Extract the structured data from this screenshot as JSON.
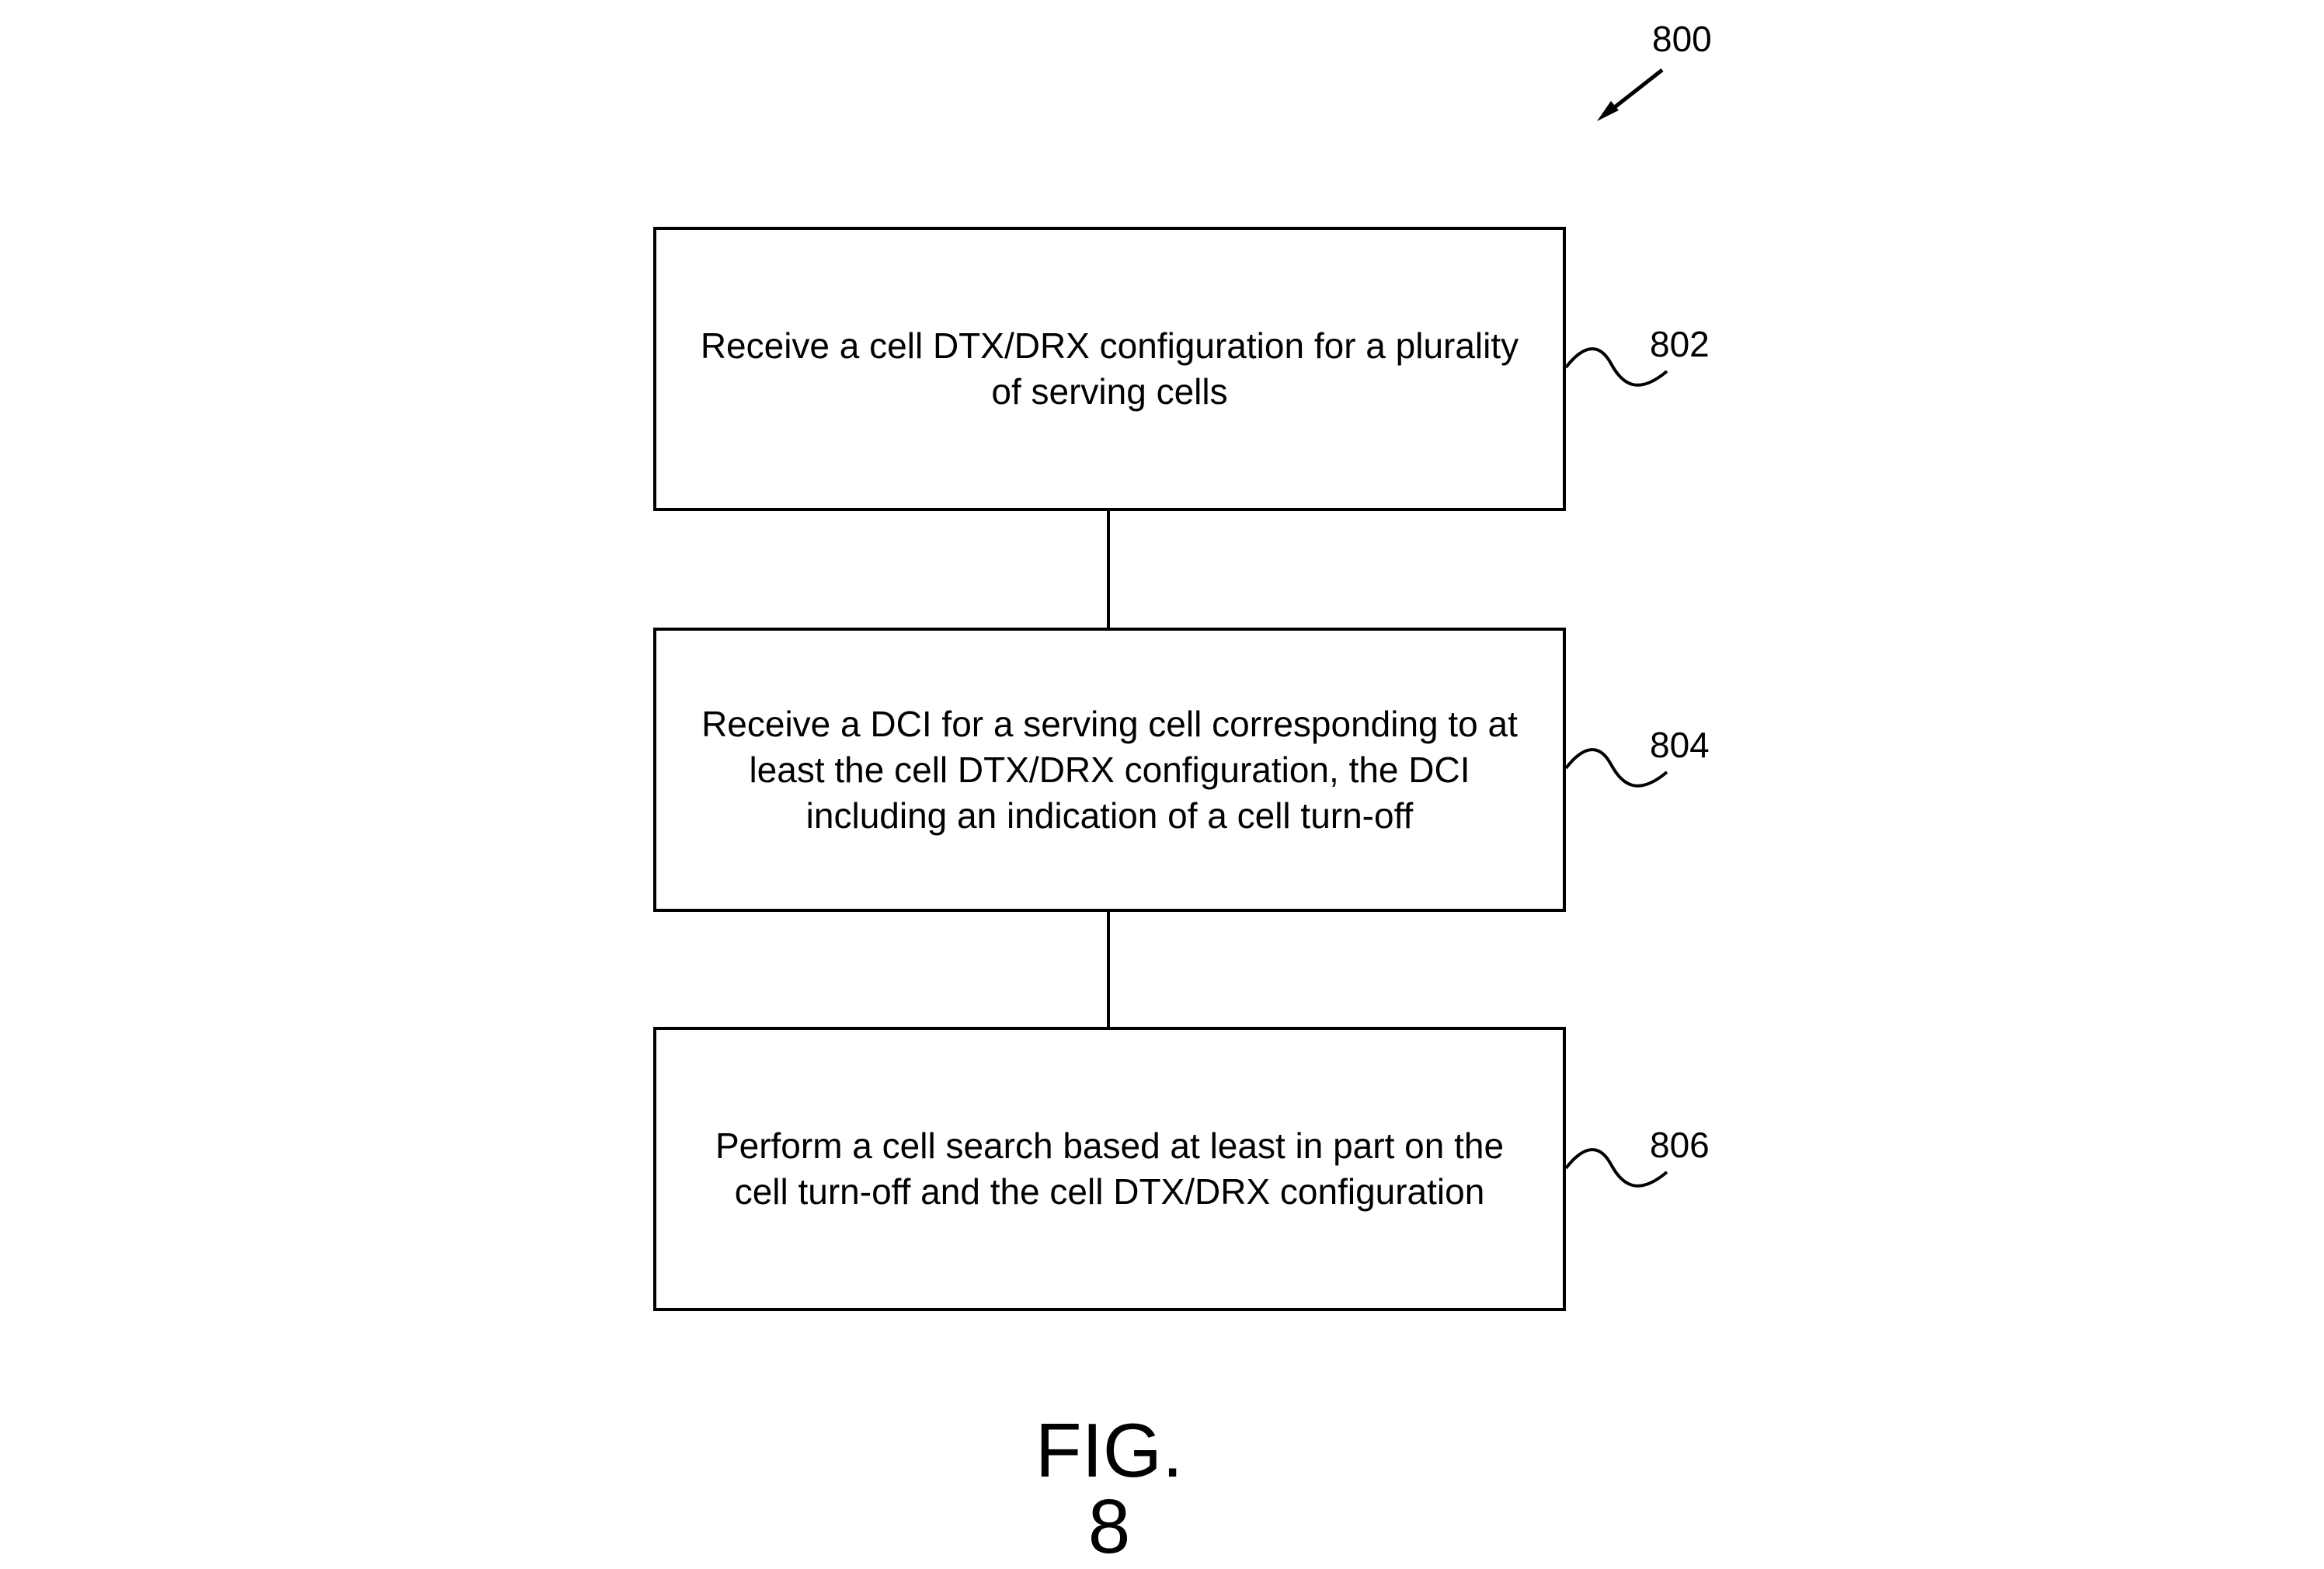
{
  "figure": {
    "reference": "800",
    "caption": "FIG. 8"
  },
  "steps": [
    {
      "ref": "802",
      "text": "Receive a cell DTX/DRX configuration for a plurality\nof serving cells"
    },
    {
      "ref": "804",
      "text": "Receive a DCI for a serving cell corresponding to at\nleast the cell DTX/DRX configuration, the DCI\nincluding an indication of a cell turn-off"
    },
    {
      "ref": "806",
      "text": "Perform a cell search based at least in part on the\ncell turn-off and the cell DTX/DRX configuration"
    }
  ]
}
